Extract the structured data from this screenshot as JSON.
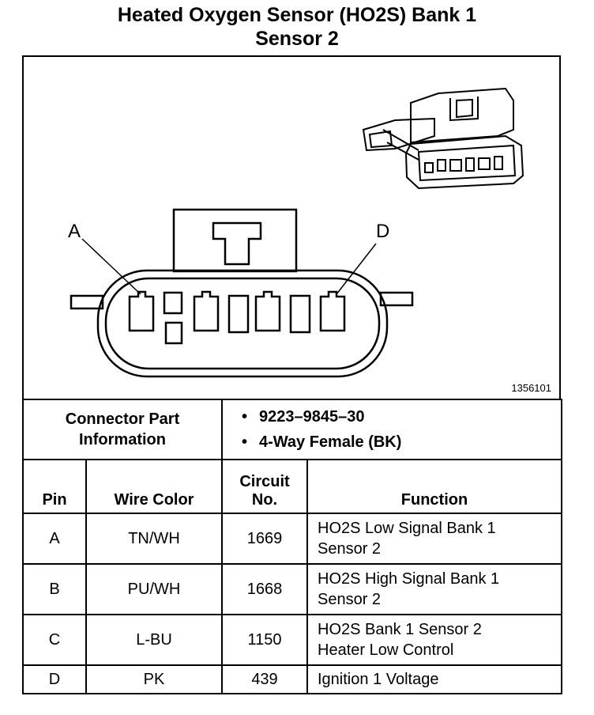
{
  "title": {
    "line1": "Heated Oxygen Sensor (HO2S) Bank 1",
    "line2": "Sensor 2"
  },
  "figure": {
    "id": "1356101",
    "pin_labels": [
      "A",
      "D"
    ]
  },
  "connector_info": {
    "label_line1": "Connector Part",
    "label_line2": "Information",
    "values": [
      "9223–9845–30",
      "4-Way Female (BK)"
    ]
  },
  "table": {
    "headers": {
      "pin": "Pin",
      "wire_color": "Wire Color",
      "circuit_line1": "Circuit",
      "circuit_line2": "No.",
      "function": "Function"
    },
    "rows": [
      {
        "pin": "A",
        "wire_color": "TN/WH",
        "circuit": "1669",
        "function_line1": "HO2S Low Signal Bank 1",
        "function_line2": "Sensor 2"
      },
      {
        "pin": "B",
        "wire_color": "PU/WH",
        "circuit": "1668",
        "function_line1": "HO2S High Signal Bank 1",
        "function_line2": "Sensor 2"
      },
      {
        "pin": "C",
        "wire_color": "L-BU",
        "circuit": "1150",
        "function_line1": "HO2S Bank 1 Sensor 2",
        "function_line2": "Heater Low Control"
      },
      {
        "pin": "D",
        "wire_color": "PK",
        "circuit": "439",
        "function_line1": "Ignition 1 Voltage",
        "function_line2": ""
      }
    ]
  }
}
